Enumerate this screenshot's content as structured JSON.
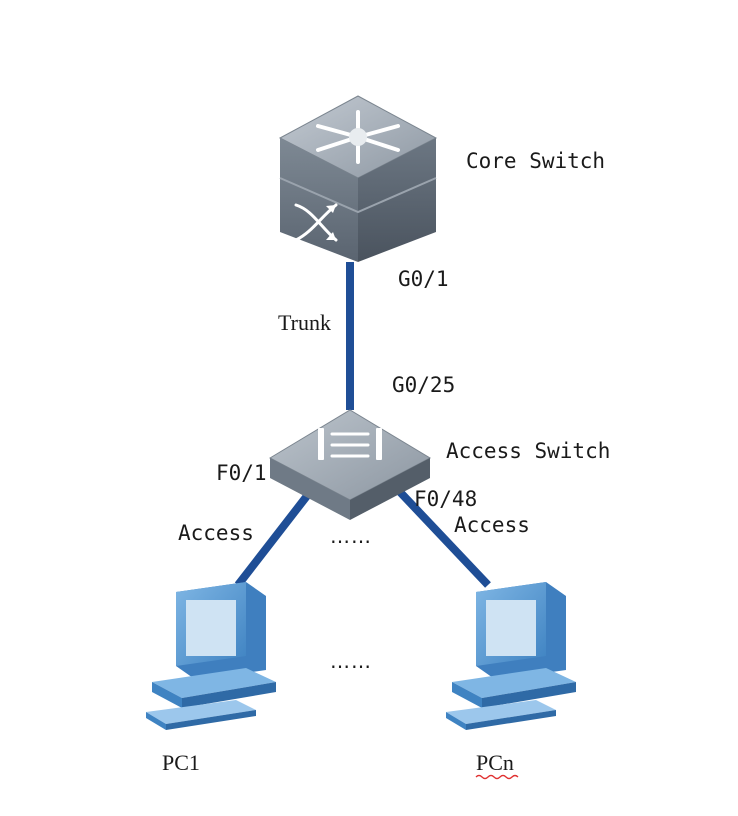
{
  "devices": {
    "core_switch": {
      "label": "Core Switch"
    },
    "access_switch": {
      "label": "Access Switch"
    },
    "pc_first": {
      "label": "PC1"
    },
    "pc_last": {
      "label": "PCn"
    }
  },
  "ports": {
    "core_uplink": "G0/1",
    "access_uplink": "G0/25",
    "access_first": "F0/1",
    "access_last": "F0/48"
  },
  "links": {
    "trunk": {
      "mode": "Trunk"
    },
    "access_left": {
      "mode": "Access"
    },
    "access_right": {
      "mode": "Access"
    }
  },
  "ellipsis": {
    "between_links": "……",
    "between_pcs": "……"
  },
  "colors": {
    "link": "#1f4e96",
    "switch_top": "#a3acb6",
    "switch_side": "#6d7884",
    "pc_body": "#5f9fd6",
    "pc_screen": "#cfe3f3",
    "squiggle": "#e03030"
  }
}
